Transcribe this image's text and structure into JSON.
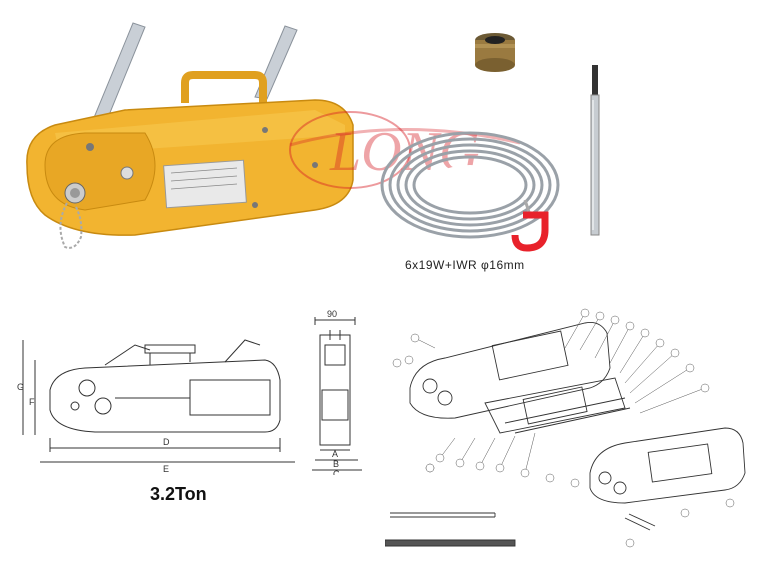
{
  "watermark": {
    "text": "LONG",
    "color": "#d61f26"
  },
  "rope": {
    "caption": "6x19W+IWR   φ16mm"
  },
  "drawing": {
    "width_dim": "90",
    "dim_labels": [
      "A",
      "B",
      "C",
      "D",
      "E",
      "F",
      "G"
    ],
    "capacity": "3.2Ton"
  },
  "colors": {
    "housing": "#f2b430",
    "hook": "#e8222b"
  }
}
